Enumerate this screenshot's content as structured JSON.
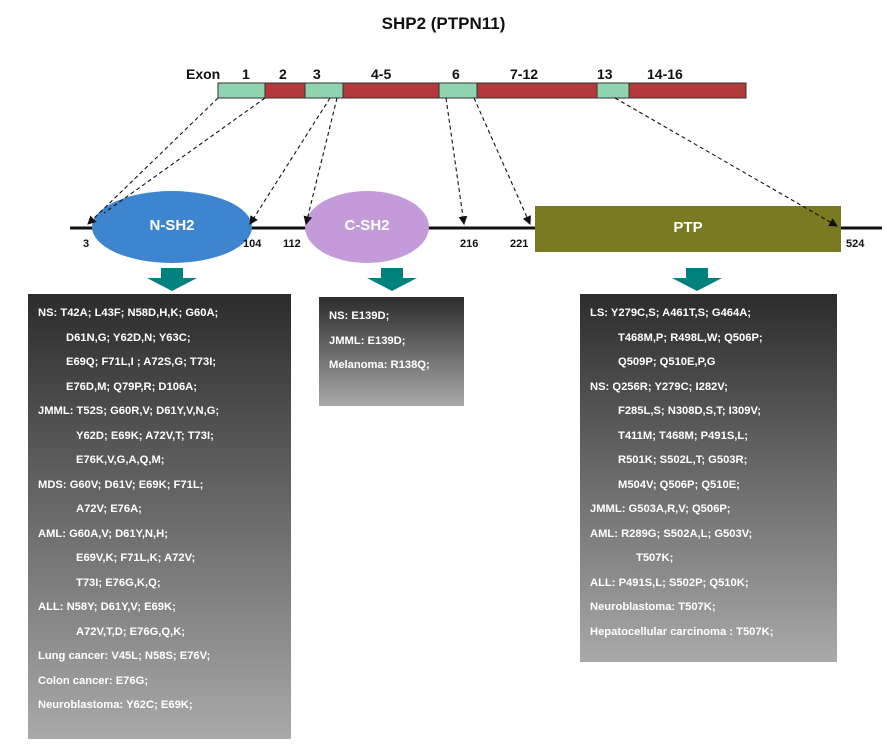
{
  "title": "SHP2 (PTPN11)",
  "exon_label": "Exon",
  "exons": [
    "1",
    "2",
    "3",
    "4-5",
    "6",
    "7-12",
    "13",
    "14-16"
  ],
  "domains": {
    "nsh2": "N-SH2",
    "csh2": "C-SH2",
    "ptp": "PTP"
  },
  "positions": [
    "3",
    "104",
    "112",
    "216",
    "221",
    "524"
  ],
  "colors": {
    "exon_green": "#8fd3b0",
    "exon_red": "#b23a3a",
    "nsh2": "#3d86cf",
    "csh2": "#c39bd9",
    "ptp": "#7a7a22",
    "arrow_teal": "#00817d"
  },
  "nsh2_mutations": [
    "NS:  T42A;  L43F;  N58D,H,K;  G60A;",
    "D61N,G;  Y62D,N;  Y63C;",
    "E69Q;  F71L,I ;  A72S,G;  T73I;",
    "E76D,M;  Q79P,R;  D106A;",
    "JMML:  T52S;  G60R,V;  D61Y,V,N,G;",
    "Y62D;  E69K;  A72V,T;  T73I;",
    "E76K,V,G,A,Q,M;",
    "MDS:  G60V;  D61V;  E69K;  F71L;",
    "A72V;  E76A;",
    "AML:  G60A,V;  D61Y,N,H;",
    "E69V,K;  F71L,K;  A72V;",
    "T73I;  E76G,K,Q;",
    "ALL:  N58Y;  D61Y,V;  E69K;",
    "A72V,T,D;  E76G,Q,K;",
    "Lung cancer:  V45L;  N58S;  E76V;",
    "Colon cancer:  E76G;",
    "Neuroblastoma:  Y62C;  E69K;"
  ],
  "csh2_mutations": [
    "NS:  E139D;",
    "JMML:  E139D;",
    "Melanoma:  R138Q;"
  ],
  "ptp_mutations": [
    "LS:  Y279C,S;  A461T,S;  G464A;",
    "T468M,P;  R498L,W;  Q506P;",
    "Q509P;  Q510E,P,G",
    "NS:  Q256R;  Y279C;  I282V;",
    "F285L,S;  N308D,S,T;  I309V;",
    "T411M;  T468M;  P491S,L;",
    "R501K;  S502L,T;  G503R;",
    "M504V;  Q506P;  Q510E;",
    "JMML:  G503A,R,V;  Q506P;",
    "AML:  R289G;  S502A,L;  G503V;",
    "T507K;",
    "ALL:  P491S,L;  S502P;  Q510K;",
    "Neuroblastoma:  T507K;",
    "Hepatocellular carcinoma :  T507K;"
  ]
}
